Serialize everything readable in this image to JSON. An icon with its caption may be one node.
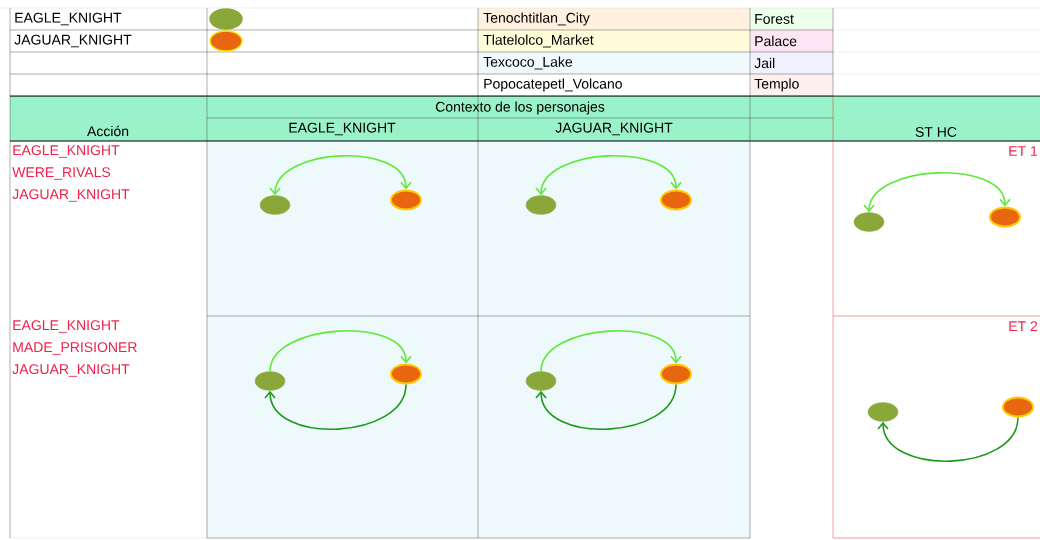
{
  "diagram": {
    "nodes": [
      {
        "text": [],
        "shape": "ellipse"
      },
      {
        "text": [],
        "shape": "ellipse"
      },
      {
        "text": [],
        "shape": "ellipse"
      },
      {
        "text": [],
        "shape": "ellipse"
      },
      {
        "text": [],
        "shape": "ellipse"
      },
      {
        "text": [],
        "shape": "ellipse"
      },
      {
        "text": [],
        "shape": "ellipse"
      },
      {
        "text": [],
        "shape": "ellipse"
      },
      {
        "text": [],
        "shape": "ellipse"
      },
      {
        "text": [],
        "shape": "ellipse"
      },
      {
        "text": [],
        "shape": "ellipse"
      },
      {
        "text": [],
        "shape": "ellipse"
      }
    ],
    "edges": [
      {
        "from": 0,
        "to": 1,
        "arrow": "both"
      },
      {
        "from": 2,
        "to": 3,
        "arrow": "both"
      },
      {
        "from": 4,
        "to": 5,
        "arrow": "both"
      },
      {
        "from": 6,
        "to": 7,
        "arrow": "to"
      },
      {
        "from": 7,
        "to": 6,
        "arrow": "to",
        "color": "#1c9a1c"
      },
      {
        "from": 8,
        "to": 9,
        "arrow": "to"
      },
      {
        "from": 9,
        "to": 8,
        "arrow": "to",
        "color": "#1c9a1c"
      },
      {
        "from": 11,
        "to": 10,
        "arrow": "to",
        "color": "#1c9a1c"
      }
    ],
    "labels": [
      "Tenochtitlan_City",
      "Forest",
      "Tlatelolco_Market",
      "Palace",
      "Texcoco_Lake",
      "Jail",
      "Popocatepetl_Volcano",
      "Templo",
      "Contexto de los personajes",
      "Acción",
      "EAGLE_KNIGHT",
      "JAGUAR_KNIGHT",
      "ST HC",
      "EAGLE_KNIGHT WERE_RIVALS JAGUAR_KNIGHT",
      "ET 1",
      "EAGLE_KNIGHT MADE_PRISIONER JAGUAR_KNIGHT",
      "ET 2"
    ],
    "legend": [
      {
        "text": "EAGLE_KNIGHT",
        "color": "#8aa83a"
      },
      {
        "text": "JAGUAR_KNIGHT",
        "color": "#e8660f"
      }
    ]
  }
}
